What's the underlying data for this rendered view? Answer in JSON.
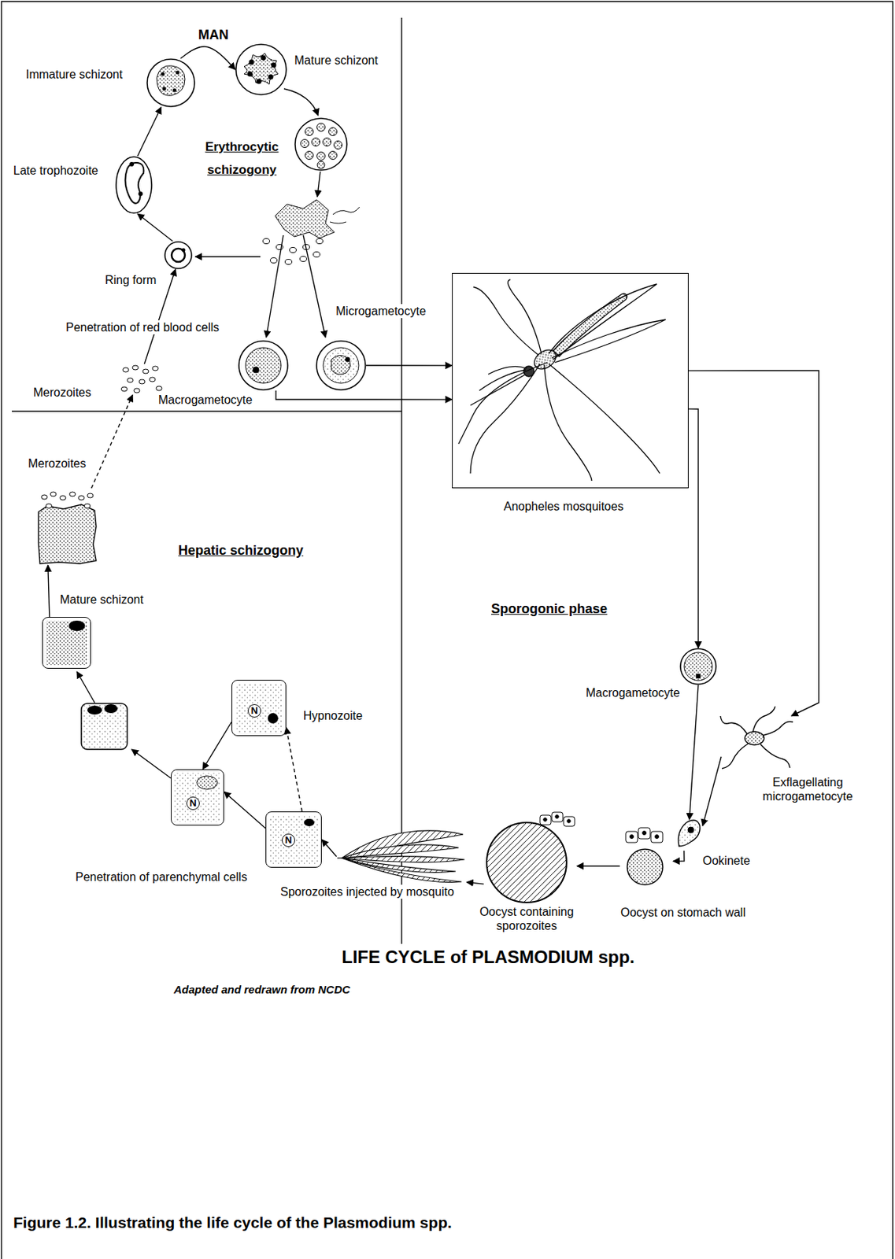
{
  "diagram": {
    "title": "LIFE CYCLE of PLASMODIUM spp.",
    "caption": "Figure 1.2. Illustrating the life cycle of the Plasmodium spp.",
    "nodes": [
      {
        "text": [
          "Immature schizont"
        ]
      },
      {
        "text": [
          "Mature schizont"
        ]
      },
      {
        "text": [
          "Late trophozoite"
        ]
      },
      {
        "text": [
          "Ring form"
        ]
      },
      {
        "text": [
          "Microgametocyte"
        ]
      },
      {
        "text": [
          "Macrogametocyte"
        ]
      },
      {
        "text": [
          "Merozoites"
        ]
      },
      {
        "text": [
          "Anopheles mosquitoes"
        ]
      },
      {
        "text": [
          "Merozoites"
        ]
      },
      {
        "text": [
          "Mature schizont"
        ]
      },
      {
        "text": [
          "Macrogametocyte"
        ]
      },
      {
        "text": [
          "N",
          "Hypnozoite"
        ]
      },
      {
        "text": [
          "Exflagellating microgametocyte"
        ]
      },
      {
        "text": [
          "N"
        ]
      },
      {
        "text": [
          "Ookinete"
        ]
      },
      {
        "text": [
          "N"
        ]
      },
      {
        "text": [
          "Sporozoites injected by mosquito"
        ]
      },
      {
        "text": [
          "Oocyst containing sporozoites"
        ]
      },
      {
        "text": [
          "Oocyst on stomach wall"
        ]
      }
    ],
    "edges": [
      {
        "from": 3,
        "to": 2,
        "arrow": "to"
      },
      {
        "from": 2,
        "to": 0,
        "arrow": "to"
      },
      {
        "from": 0,
        "to": 1,
        "arrow": "to"
      },
      {
        "from": 6,
        "to": 3,
        "label": "Penetration of red blood cells",
        "arrow": "to"
      },
      {
        "from": 4,
        "to": 7,
        "arrow": "to"
      },
      {
        "from": 5,
        "to": 7,
        "arrow": "to"
      },
      {
        "from": 7,
        "to": 10,
        "arrow": "to"
      },
      {
        "from": 7,
        "to": 12,
        "arrow": "to"
      },
      {
        "from": 10,
        "to": 14,
        "arrow": "to"
      },
      {
        "from": 12,
        "to": 14,
        "arrow": "to"
      },
      {
        "from": 14,
        "to": 18,
        "arrow": "to"
      },
      {
        "from": 18,
        "to": 17,
        "arrow": "to"
      },
      {
        "from": 17,
        "to": 16,
        "arrow": "to"
      },
      {
        "from": 16,
        "to": 15,
        "arrow": "to"
      },
      {
        "from": 15,
        "to": 13,
        "arrow": "to"
      },
      {
        "from": 15,
        "to": 11,
        "arrow": "to"
      },
      {
        "from": 11,
        "to": 13,
        "arrow": "to"
      },
      {
        "from": 9,
        "to": 8,
        "arrow": "to"
      },
      {
        "from": 8,
        "to": 6,
        "arrow": "to"
      }
    ],
    "labels": [
      "MAN",
      "Erythrocytic schizogony",
      "Hepatic schizogony",
      "Sporogonic phase",
      "Penetration of parenchymal cells",
      "Adapted and redrawn from NCDC"
    ]
  }
}
